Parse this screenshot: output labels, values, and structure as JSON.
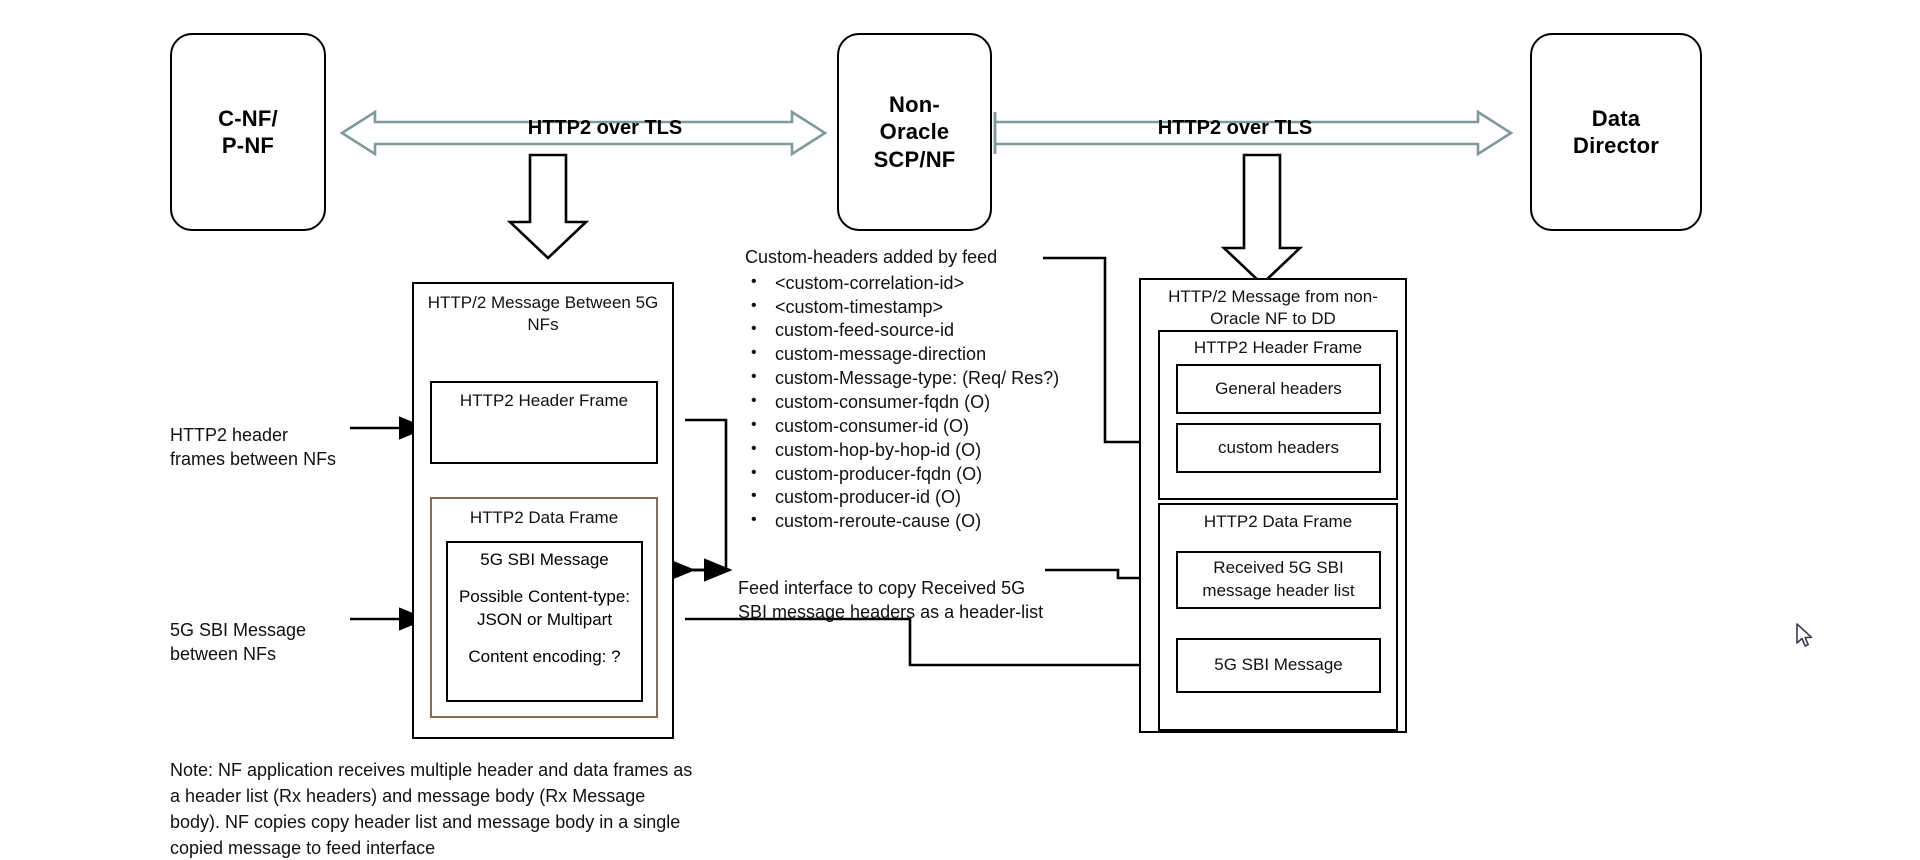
{
  "diagram": {
    "title": "5G SBI message feed to Data Director",
    "nodes": {
      "cnf": "C-NF/\nP-NF",
      "scp": "Non-\nOracle\nSCP/NF",
      "dd": "Data\nDirector"
    },
    "links": {
      "left_label": "HTTP2 over TLS",
      "right_label": "HTTP2 over TLS"
    },
    "left_message": {
      "title": "HTTP/2 Message Between 5G NFs",
      "header_frame": "HTTP2 Header Frame",
      "data_frame": "HTTP2 Data Frame",
      "sbi_title": "5G SBI Message",
      "sbi_content_type": "Possible Content-type:\nJSON or Multipart",
      "sbi_encoding": "Content encoding: ?"
    },
    "right_message": {
      "title": "HTTP/2 Message from non-Oracle NF to DD",
      "header_frame": "HTTP2 Header Frame",
      "general_headers": "General headers",
      "custom_headers": "custom headers",
      "data_frame": "HTTP2 Data Frame",
      "received_header_list": "Received 5G SBI message header list",
      "sbi_message": "5G SBI Message"
    },
    "annotations": {
      "left_header_label": "HTTP2 header\nframes between NFs",
      "left_sbi_label": "5G SBI Message\nbetween NFs",
      "custom_headers_title": "Custom-headers added by feed",
      "custom_headers_list": [
        "<custom-correlation-id>",
        "<custom-timestamp>",
        "custom-feed-source-id",
        "custom-message-direction",
        "custom-Message-type: (Req/ Res?)",
        "custom-consumer-fqdn (O)",
        "custom-consumer-id (O)",
        "custom-hop-by-hop-id (O)",
        "custom-producer-fqdn (O)",
        "custom-producer-id (O)",
        "custom-reroute-cause (O)"
      ],
      "feed_interface": "Feed interface to copy Received 5G\nSBI message headers as a header-list",
      "note": "Note: NF application receives multiple header and data frames as a header list (Rx headers) and message body (Rx Message body). NF copies copy header list and message body in a single copied message to feed interface"
    },
    "colors": {
      "link_arrow": "#7f9a9a",
      "data_frame_border": "#8a6a50",
      "box_border": "#000000",
      "background": "#ffffff"
    }
  }
}
